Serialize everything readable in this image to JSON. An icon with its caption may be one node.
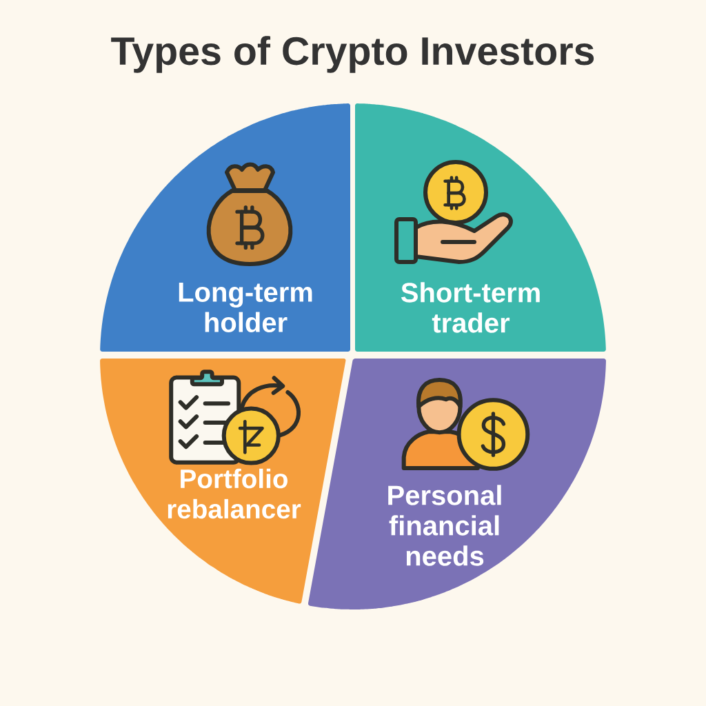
{
  "diagram": {
    "title": "Types of Crypto Investors",
    "nodes": [
      {
        "text": [
          "Long-term holder"
        ]
      },
      {
        "text": [
          "Short-term trader"
        ]
      },
      {
        "text": [
          "Portfolio rebalancer"
        ]
      },
      {
        "text": [
          "Personal financial needs"
        ]
      }
    ]
  }
}
